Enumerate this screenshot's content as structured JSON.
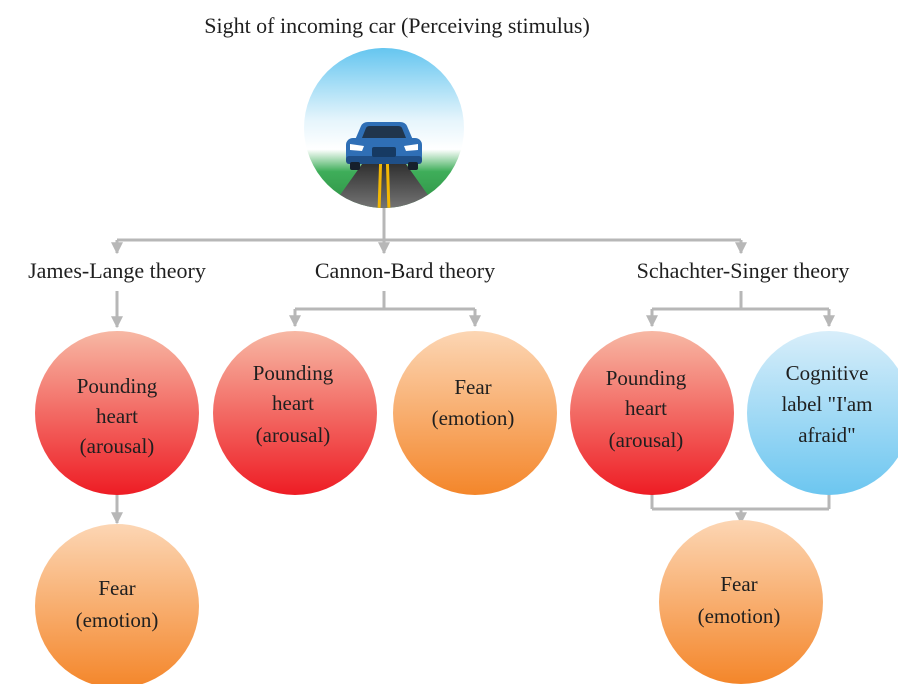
{
  "stimulus": {
    "title": "Sight of incoming car (Perceiving stimulus)",
    "icon": "car-on-road-icon"
  },
  "theories": {
    "james_lange": {
      "title": "James-Lange theory",
      "arousal": [
        "Pounding",
        "heart",
        "(arousal)"
      ],
      "emotion": [
        "Fear",
        "(emotion)"
      ]
    },
    "cannon_bard": {
      "title": "Cannon-Bard theory",
      "arousal": [
        "Pounding",
        "heart",
        "(arousal)"
      ],
      "emotion": [
        "Fear",
        "(emotion)"
      ]
    },
    "schachter_singer": {
      "title": "Schachter-Singer theory",
      "arousal": [
        "Pounding",
        "heart",
        "(arousal)"
      ],
      "cognitive": [
        "Cognitive",
        "label \"I'am",
        "afraid\""
      ],
      "emotion": [
        "Fear",
        "(emotion)"
      ]
    }
  },
  "colors": {
    "arousal_top": "#f7b8a4",
    "arousal_bottom": "#ee1c24",
    "emotion_top": "#fcd6b4",
    "emotion_bottom": "#f4862a",
    "cognitive_top": "#d8eefa",
    "cognitive_bottom": "#6cc6f0",
    "connector": "#b7b7b7"
  }
}
